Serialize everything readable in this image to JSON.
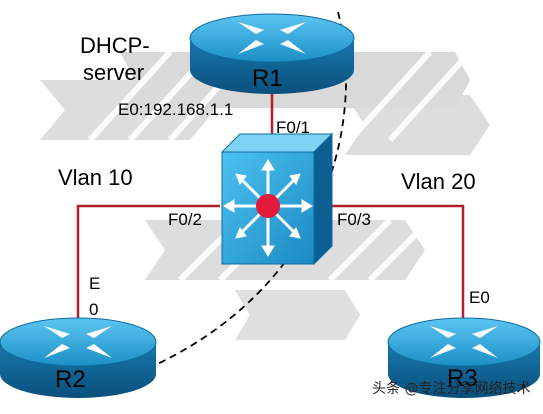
{
  "diagram": {
    "dhcp_label_line1": "DHCP-",
    "dhcp_label_line2": "server",
    "r1_ip_label": "E0:192.168.1.1",
    "vlan10_label": "Vlan 10",
    "vlan20_label": "Vlan 20",
    "ports": {
      "f01": "F0/1",
      "f02": "F0/2",
      "f03": "F0/3"
    },
    "r2_iface_line1": "E",
    "r2_iface_line2": "0",
    "r3_iface": "E0",
    "routers": {
      "r1": "R1",
      "r2": "R2",
      "r3": "R3"
    },
    "watermark": "头条 @专注分享网络技术"
  },
  "colors": {
    "link_line": "#b0202a",
    "device_blue": "#1d8fc4",
    "device_dark": "#0b5e8f",
    "switch_face": "#2eaee6",
    "relay_dot": "#e41a3c",
    "background_shape": "#d9d9d9"
  },
  "icons": {
    "watermark_icon": "speech-bubble-icon"
  }
}
